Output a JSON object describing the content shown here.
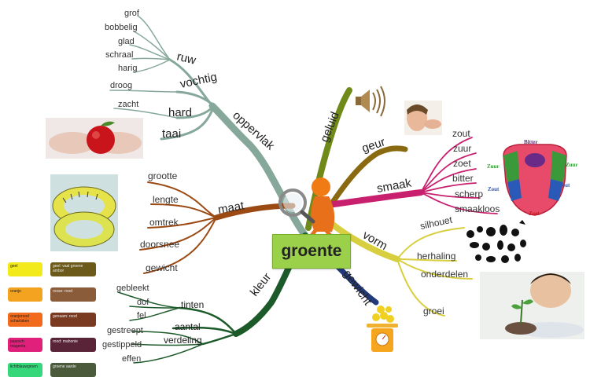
{
  "center": {
    "label": "groente"
  },
  "colors": {
    "oppervlak": "#86a89a",
    "maat": "#9c4a14",
    "kleur": "#1d5a2a",
    "geluid": "#6f8a18",
    "geur": "#8a6a10",
    "smaak": "#c8206e",
    "vorm": "#d8cf40",
    "gewicht": "#223a7a"
  },
  "branches": {
    "oppervlak": {
      "label": "oppervlak",
      "ruw": {
        "label": "ruw",
        "items": [
          "grof",
          "bobbelig",
          "glad",
          "schraal",
          "harig"
        ]
      },
      "vochtig": {
        "label": "vochtig",
        "items": [
          "droog"
        ]
      },
      "hard": {
        "label": "hard",
        "items": [
          "zacht"
        ]
      },
      "taai": "taai"
    },
    "maat": {
      "label": "maat",
      "items": [
        "grootte",
        "lengte",
        "omtrek",
        "doorsnee",
        "gewicht"
      ]
    },
    "kleur": {
      "label": "kleur",
      "tinten": {
        "label": "tinten",
        "items": [
          "gebleekt",
          "dof",
          "fel"
        ]
      },
      "aantal": "aantal",
      "verdeling": {
        "label": "verdeling",
        "items": [
          "gestreept",
          "gestippeld",
          "effen"
        ]
      }
    },
    "geluid": {
      "label": "geluid"
    },
    "geur": {
      "label": "geur"
    },
    "smaak": {
      "label": "smaak",
      "items": [
        "zout",
        "zuur",
        "zoet",
        "bitter",
        "scherp",
        "smaakloos"
      ]
    },
    "vorm": {
      "label": "vorm",
      "items": [
        "silhouet",
        "herhaling",
        "onderdelen",
        "groei"
      ]
    },
    "gewicht": {
      "label": "gewicht"
    }
  },
  "tongue": {
    "bitter": "Bitter",
    "zuur_left": "Zuur",
    "zuur_right": "Zuur",
    "zout_left": "Zout",
    "zout_right": "Zout",
    "zoet": "Zoet"
  },
  "legend": [
    {
      "label": "geel",
      "label2": "geel: vaal groene ambor",
      "color": "#f3ea1c",
      "color2": "#6b5a1a"
    },
    {
      "label": "oranje",
      "label2": "rosse: rood",
      "color": "#f4a320",
      "color2": "#8a5c3a"
    },
    {
      "label": "oranjerood scharlaken",
      "label2": "genaam: rood",
      "color": "#f26a1c",
      "color2": "#7a3a22"
    },
    {
      "label": "paarsch magenta",
      "label2": "rood: mahonie",
      "color": "#e0207a",
      "color2": "#5a2438"
    },
    {
      "label": "lichtblauwgroen",
      "label2": "groene aarde",
      "color": "#36d67a",
      "color2": "#4a5a3a"
    }
  ]
}
